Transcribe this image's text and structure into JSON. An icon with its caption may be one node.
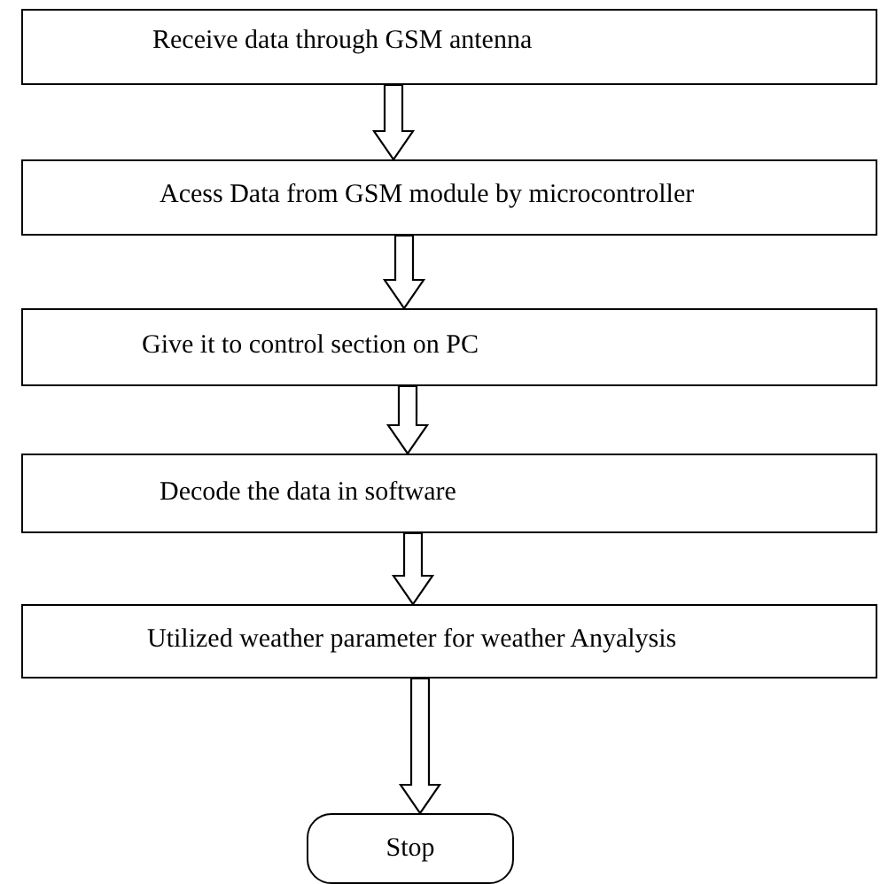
{
  "diagram": {
    "nodes": [
      {
        "text": [
          "Receive data through GSM antenna"
        ]
      },
      {
        "text": [
          "Acess Data from GSM module by microcontroller"
        ]
      },
      {
        "text": [
          "Give it to control section on PC"
        ]
      },
      {
        "text": [
          "Decode the data in software"
        ]
      },
      {
        "text": [
          "Utilized weather parameter for weather Anyalysis"
        ]
      },
      {
        "text": [
          "Stop"
        ]
      }
    ],
    "edges": [
      {
        "from": 0,
        "to": 1,
        "arrow": "to"
      },
      {
        "from": 1,
        "to": 2,
        "arrow": "to"
      },
      {
        "from": 2,
        "to": 3,
        "arrow": "to"
      },
      {
        "from": 3,
        "to": 4,
        "arrow": "to"
      },
      {
        "from": 4,
        "to": 5,
        "arrow": "to"
      }
    ]
  }
}
